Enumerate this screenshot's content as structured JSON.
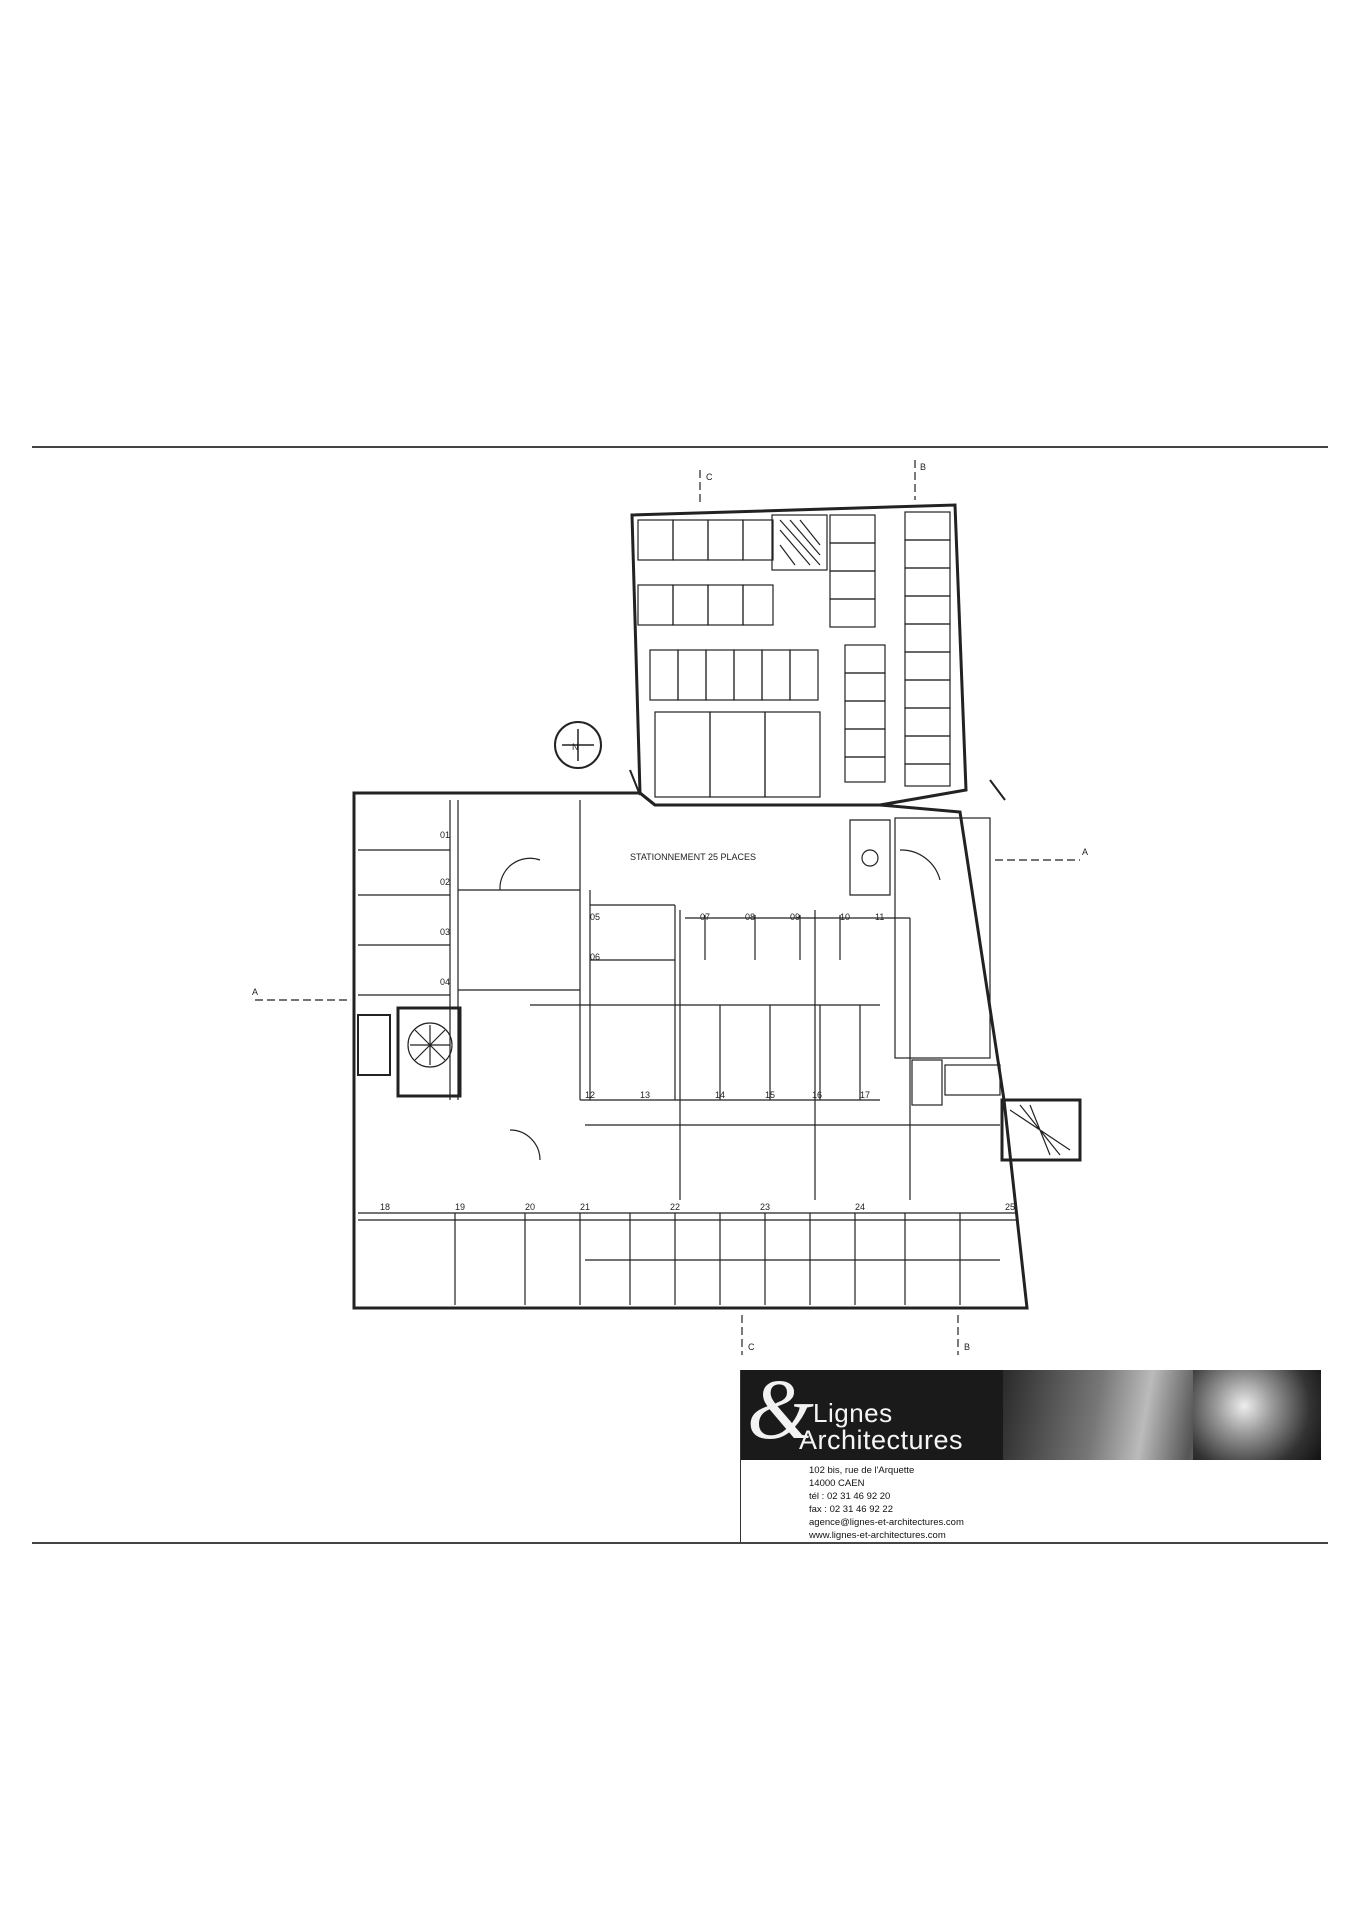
{
  "plan": {
    "parking_label": "STATIONNEMENT 25 PLACES",
    "north_symbol": "N",
    "section_marks": [
      "C",
      "C",
      "B",
      "B",
      "A",
      "A"
    ],
    "bay_numbers": [
      "01",
      "02",
      "03",
      "04",
      "05",
      "06",
      "07",
      "08",
      "09",
      "10",
      "11",
      "12",
      "13",
      "14",
      "15",
      "16",
      "17",
      "18",
      "19",
      "20",
      "21",
      "22",
      "23",
      "24",
      "25"
    ]
  },
  "title_block": {
    "logo_amp": "&",
    "brand_line1": "Lignes",
    "brand_line2": "Architectures",
    "address": "102 bis, rue de l'Arquette",
    "city": "14000 CAEN",
    "tel": "tél : 02 31 46 92 20",
    "fax": "fax : 02 31 46 92 22",
    "email": "agence@lignes-et-architectures.com",
    "web": "www.lignes-et-architectures.com"
  },
  "colors": {
    "ink": "#222222",
    "logo_bg": "#1a1a1a"
  }
}
